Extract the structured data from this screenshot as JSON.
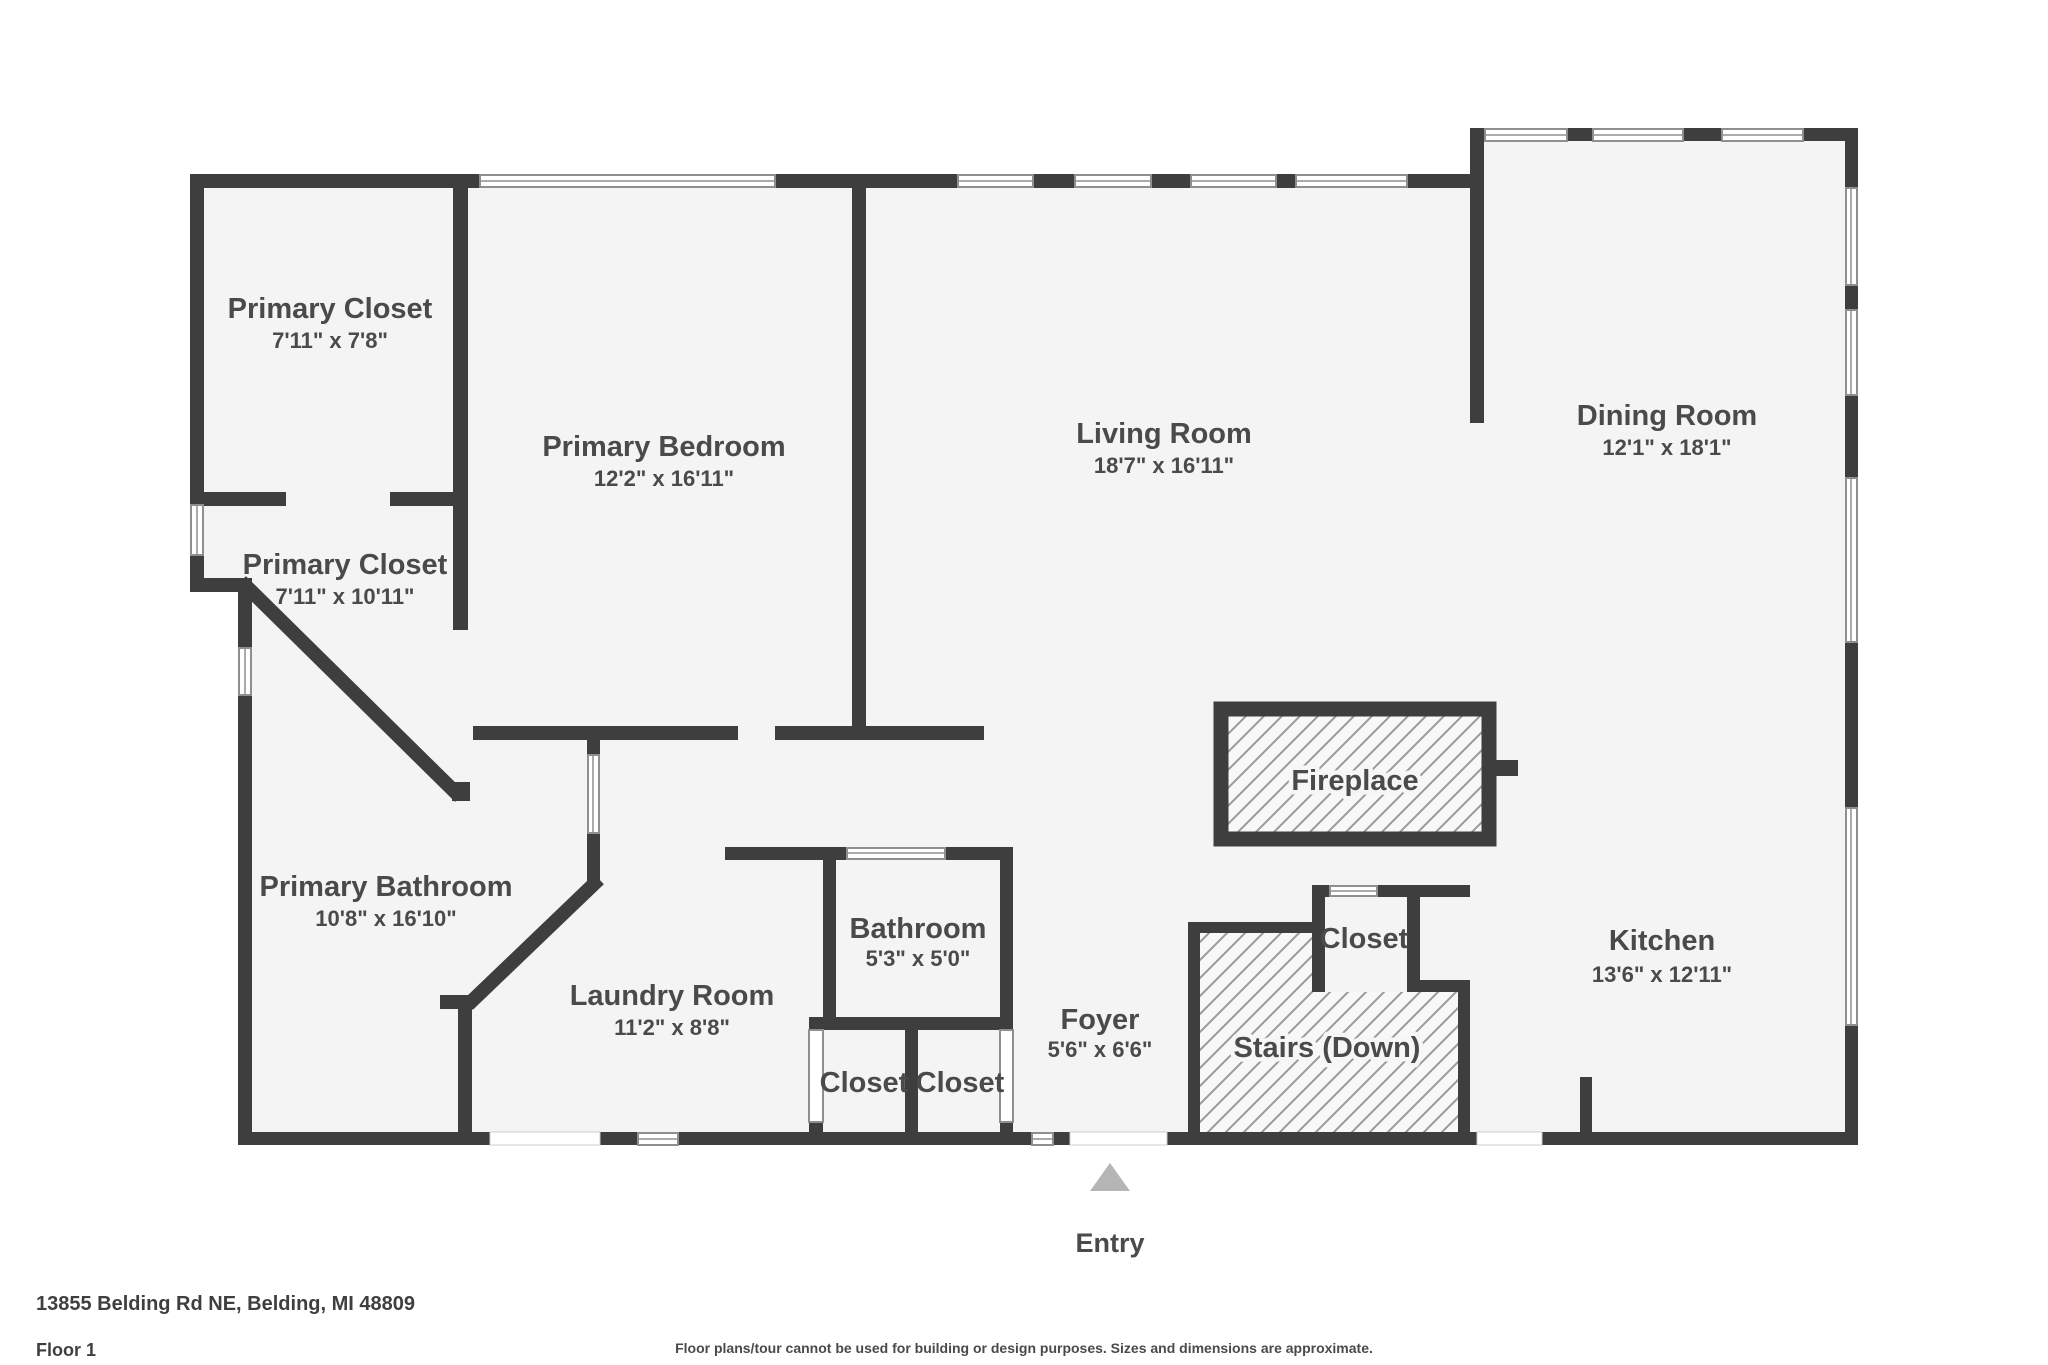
{
  "plan": {
    "wall_color": "#3e3e3e",
    "floor_color": "#f4f4f4",
    "text_color": "#4a4a4a",
    "entry_arrow_color": "#b5b5b5"
  },
  "rooms": [
    {
      "name": "Primary Closet",
      "dims": "7'11\" x 7'8\""
    },
    {
      "name": "Primary Bedroom",
      "dims": "12'2\" x 16'11\""
    },
    {
      "name": "Living Room",
      "dims": "18'7\" x 16'11\""
    },
    {
      "name": "Dining Room",
      "dims": "12'1\" x 18'1\""
    },
    {
      "name": "Primary Closet",
      "dims": "7'11\" x 10'11\""
    },
    {
      "name": "Fireplace"
    },
    {
      "name": "Primary Bathroom",
      "dims": "10'8\" x 16'10\""
    },
    {
      "name": "Laundry Room",
      "dims": "11'2\" x 8'8\""
    },
    {
      "name": "Bathroom",
      "dims": "5'3\" x 5'0\""
    },
    {
      "name": "Closet"
    },
    {
      "name": "Foyer",
      "dims": "5'6\" x 6'6\""
    },
    {
      "name": "Stairs (Down)"
    },
    {
      "name": "Closet"
    },
    {
      "name": "Closet"
    },
    {
      "name": "Kitchen",
      "dims": "13'6\" x 12'11\""
    }
  ],
  "entry": {
    "label": "Entry"
  },
  "footer": {
    "address": "13855 Belding Rd NE, Belding, MI 48809",
    "floor": "Floor 1",
    "disclaimer": "Floor plans/tour cannot be used for building or design purposes. Sizes and dimensions are approximate."
  }
}
